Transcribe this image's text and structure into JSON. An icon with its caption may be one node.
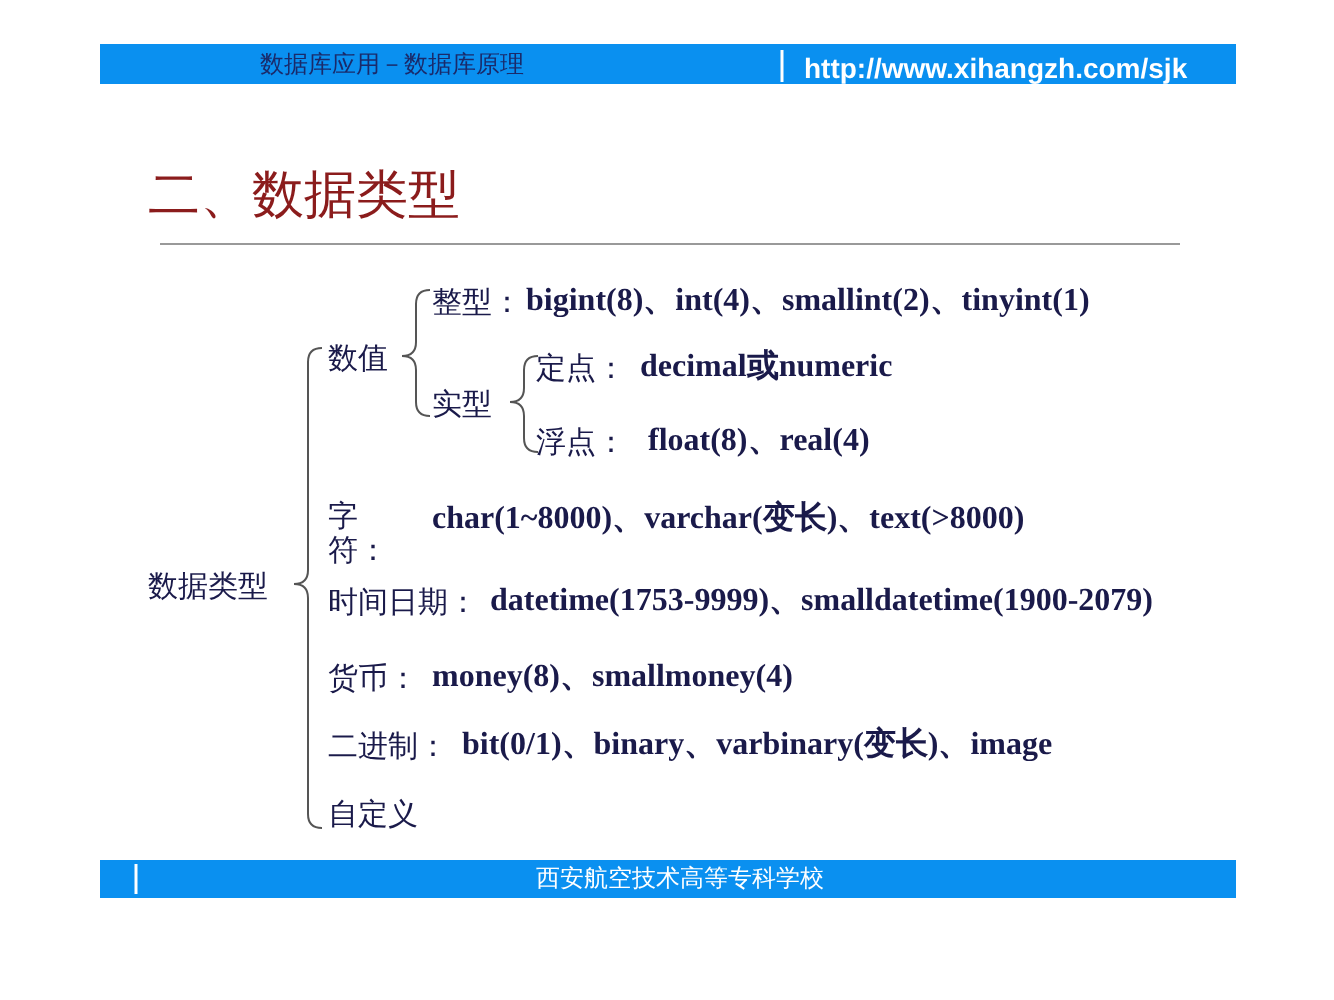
{
  "diagram": {
    "title": "二、数据类型",
    "labels": [
      "数据库应用－数据库原理",
      "http://www.xihangzh.com/sjk",
      "数值",
      "整型：",
      "bigint(8)、int(4)、smallint(2)、tinyint(1)",
      "定点：",
      "decimal或numeric",
      "实型",
      "浮点：",
      "float(8)、real(4)",
      "数据类型",
      "字符：",
      "char(1~8000)、varchar(变长)、text(>8000)",
      "时间日期：",
      "datetime(1753-9999)、smalldatetime(1900-2079)",
      "货币：",
      "money(8)、smallmoney(4)",
      "二进制：",
      "bit(0/1)、binary、varbinary(变长)、image",
      "自定义",
      "西安航空技术高等专科学校"
    ]
  }
}
